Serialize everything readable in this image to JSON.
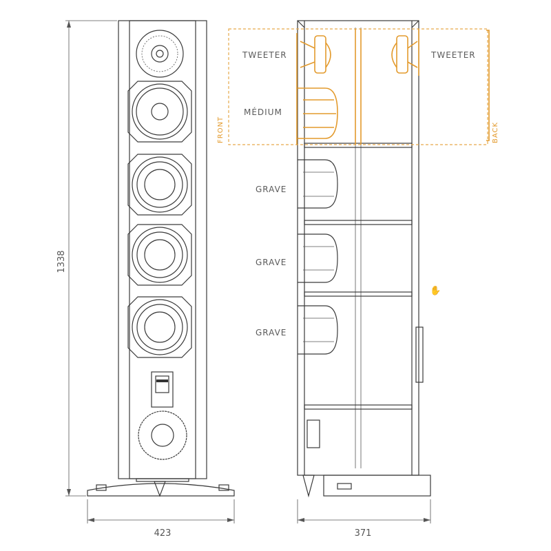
{
  "dimensions": {
    "height": "1338",
    "width_front": "423",
    "depth_side": "371"
  },
  "labels": {
    "tweeter_front": "TWEETER",
    "tweeter_back": "TWEETER",
    "medium": "MÉDIUM",
    "grave_1": "GRAVE",
    "grave_2": "GRAVE",
    "grave_3": "GRAVE",
    "front": "FRONT",
    "back": "BACK"
  },
  "colors": {
    "accent": "#e39a2c",
    "line": "#3a3a3a"
  }
}
